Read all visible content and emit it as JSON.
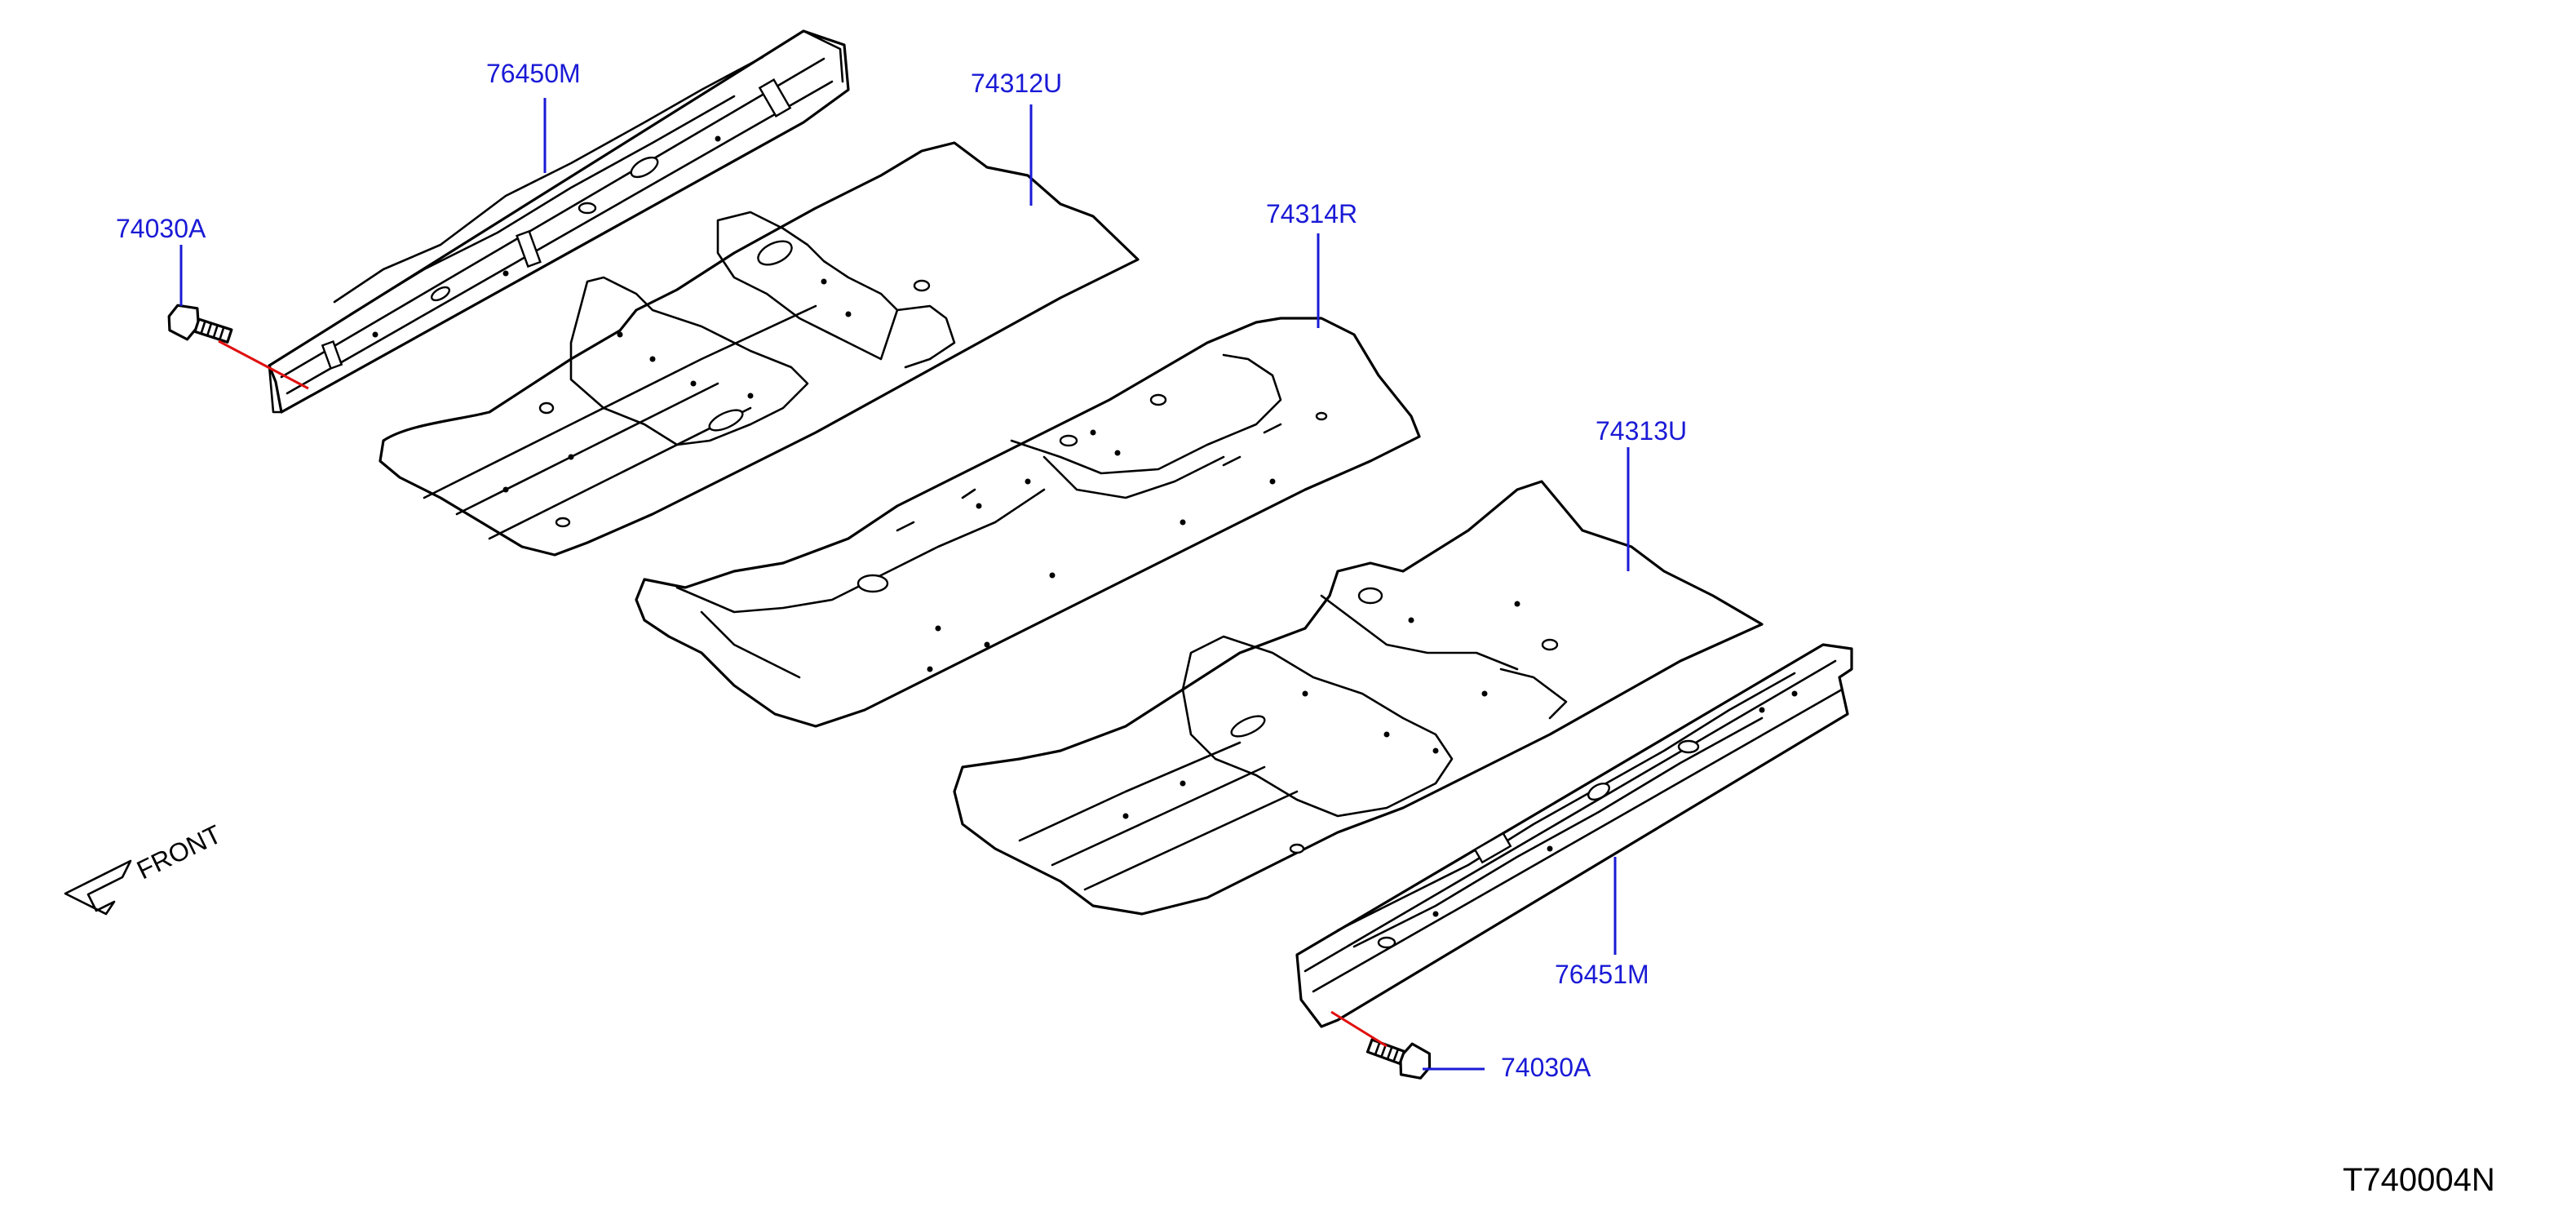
{
  "colors": {
    "callout": "#1a1ad6",
    "leader": "#1a1ad6",
    "fastener_line": "#e01010",
    "line": "#000000"
  },
  "callouts": {
    "rail_left": "76450M",
    "floor_front_left": "74312U",
    "floor_center": "74314R",
    "floor_front_right": "74313U",
    "rail_right": "76451M",
    "bolt_upper": "74030A",
    "bolt_lower": "74030A"
  },
  "front_indicator": {
    "label": "FRONT",
    "icon": "arrow-front-icon"
  },
  "diagram_code": "T740004N"
}
